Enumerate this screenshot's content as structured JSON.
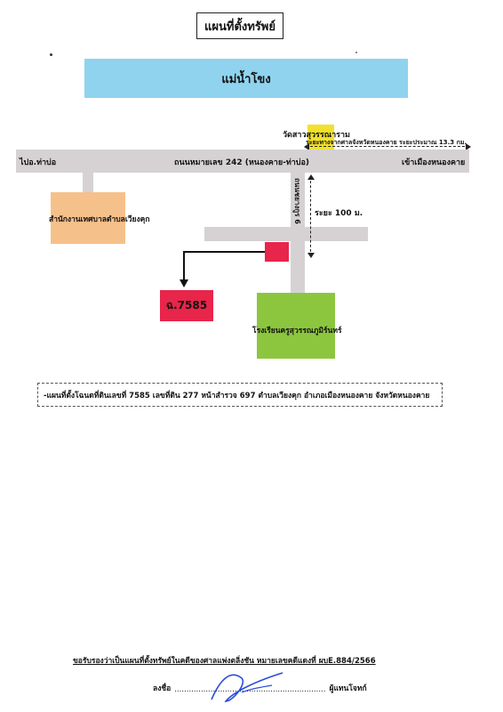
{
  "title": "แผนที่ตั้งทรัพย์",
  "river": "แม่น้ำโขง",
  "temple": "วัดสาวสุวรรณาราม",
  "distance_note": "ระยะทางจากศาลจังหวัดหนองคาย ระยะประมาณ 13.3 กม.",
  "highway": "ถนนหมายเลข 242 (หนองคาย-ท่าบ่อ)",
  "left_direction": "ไปอ.ท่าบ่อ",
  "right_direction": "เข้าเมืองหนองคาย",
  "side_road": "ถนนชยางกูร 6",
  "side_distance": "ระยะ 100 ม.",
  "municipal_office": "สำนักงานเทศบาลตำบลเวียงคุก",
  "parcel": "ฉ.7585",
  "school": "โรงเรียนครูสุวรรณภูมิร์นทร์",
  "note": "-แผนที่ตั้งโฉนดที่ดินเลขที่ 7585 เลขที่ดิน 277 หน้าสำรวจ 697 ตำบลเวียงคุก อำเภอเมืองหนองคาย จังหวัดหนองคาย",
  "certify": "ขอรับรองว่าเป็นแผนที่ตั้งทรัพย์ในคดีของศาลแพ่งตลิ่งชัน หมายเลขคดีแดงที่ ผบE.884/2566",
  "sign_label": "ลงชื่อ",
  "sign_dots": "...............................................................",
  "sign_role": "ผู้แทนโจทก์",
  "colors": {
    "river": "#8fd3ef",
    "road": "#d6d2d4",
    "office": "#f6c08a",
    "parcel": "#e8254a",
    "target": "#e8254a",
    "school": "#8cc63f",
    "temple": "#f2e12b"
  }
}
